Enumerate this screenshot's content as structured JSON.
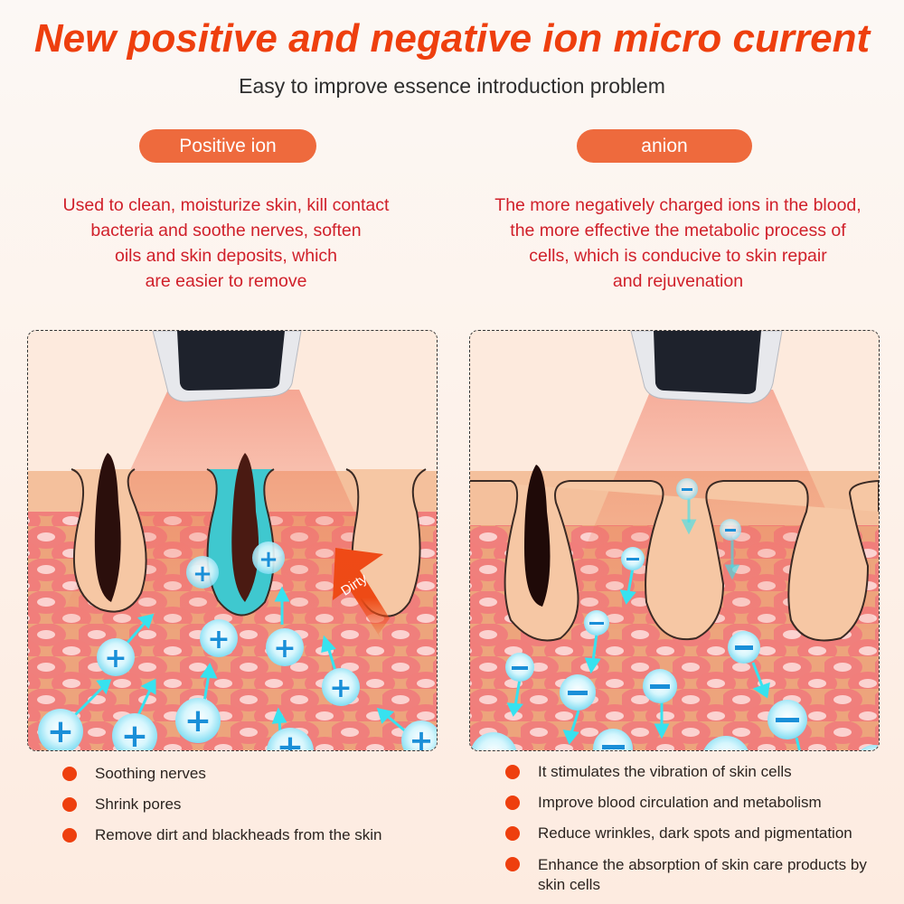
{
  "header": {
    "title": "New positive and negative ion micro current",
    "subtitle": "Easy to improve essence introduction problem"
  },
  "left_section": {
    "pill_label": "Positive ion",
    "description_lines": [
      "Used to clean, moisturize skin, kill contact",
      "bacteria and soothe nerves, soften",
      "oils and skin deposits, which",
      "are easier to remove"
    ],
    "illustration": {
      "ion_symbol": "+",
      "arrow_label": "Dirty",
      "ion_direction": "upward"
    },
    "bullets": [
      "Soothing nerves",
      "Shrink pores",
      "Remove dirt and blackheads from the skin"
    ]
  },
  "right_section": {
    "pill_label": "anion",
    "description_lines": [
      "The more negatively charged ions in the blood,",
      "the more effective the metabolic process of",
      "cells, which is conducive to skin repair",
      "and rejuvenation"
    ],
    "illustration": {
      "ion_symbol": "−",
      "ion_direction": "downward"
    },
    "bullets": [
      "It stimulates the vibration of skin cells",
      "Improve blood circulation and metabolism",
      "Reduce wrinkles, dark spots and pigmentation",
      "Enhance the absorption of skin care products by skin cells"
    ]
  },
  "colors": {
    "title": "#ee3f0e",
    "pill": "#ee6a3d",
    "description": "#d0202a",
    "bullet_dot": "#ee3f0e",
    "ion_fill": "#bff0fb",
    "ion_symbol": "#1a8fd8",
    "arrow": "#37e2ef"
  }
}
